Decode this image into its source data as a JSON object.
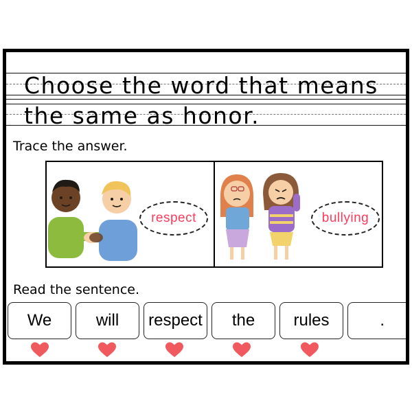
{
  "title": {
    "line1": "Choose the word that means",
    "line2": "the same as honor."
  },
  "trace_instruction": "Trace the answer.",
  "choices": [
    {
      "word": "respect",
      "icon": "handshake-illustration"
    },
    {
      "word": "bullying",
      "icon": "bullying-girls-illustration"
    }
  ],
  "read_instruction": "Read the sentence.",
  "sentence_words": [
    "We",
    "will",
    "respect",
    "the",
    "rules",
    "."
  ],
  "colors": {
    "trace_word": "#ff3b5c",
    "heart": "#f05a5e",
    "border": "#000000"
  }
}
